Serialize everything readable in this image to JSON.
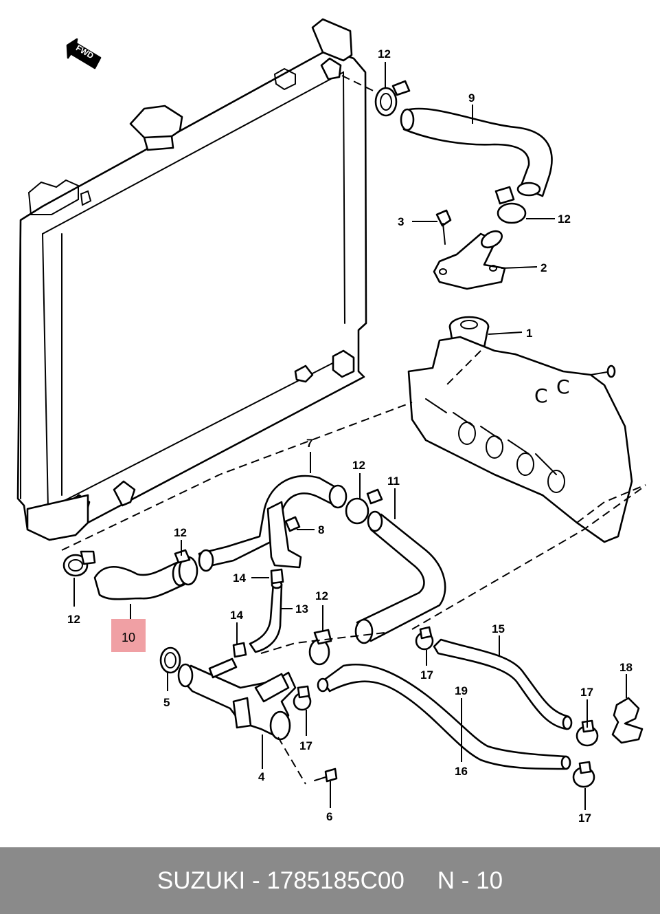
{
  "diagram": {
    "direction_marker": "FWD",
    "highlight_color": "#f0a0a4",
    "callouts": [
      {
        "id": "c1",
        "label": "1"
      },
      {
        "id": "c2",
        "label": "2"
      },
      {
        "id": "c3",
        "label": "3"
      },
      {
        "id": "c4",
        "label": "4"
      },
      {
        "id": "c5",
        "label": "5"
      },
      {
        "id": "c6",
        "label": "6"
      },
      {
        "id": "c7",
        "label": "7"
      },
      {
        "id": "c8",
        "label": "8"
      },
      {
        "id": "c9",
        "label": "9"
      },
      {
        "id": "c10",
        "label": "10",
        "highlighted": true
      },
      {
        "id": "c11",
        "label": "11"
      },
      {
        "id": "c12a",
        "label": "12"
      },
      {
        "id": "c12b",
        "label": "12"
      },
      {
        "id": "c12c",
        "label": "12"
      },
      {
        "id": "c12d",
        "label": "12"
      },
      {
        "id": "c12e",
        "label": "12"
      },
      {
        "id": "c12f",
        "label": "12"
      },
      {
        "id": "c13",
        "label": "13"
      },
      {
        "id": "c14a",
        "label": "14"
      },
      {
        "id": "c14b",
        "label": "14"
      },
      {
        "id": "c15",
        "label": "15"
      },
      {
        "id": "c16",
        "label": "16"
      },
      {
        "id": "c17a",
        "label": "17"
      },
      {
        "id": "c17b",
        "label": "17"
      },
      {
        "id": "c17c",
        "label": "17"
      },
      {
        "id": "c17d",
        "label": "17"
      },
      {
        "id": "c18",
        "label": "18"
      },
      {
        "id": "c19",
        "label": "19"
      }
    ]
  },
  "footer": {
    "background": "#8a8a8a",
    "brand_part": "SUZUKI - 1785185C00",
    "ref": "N - 10"
  }
}
